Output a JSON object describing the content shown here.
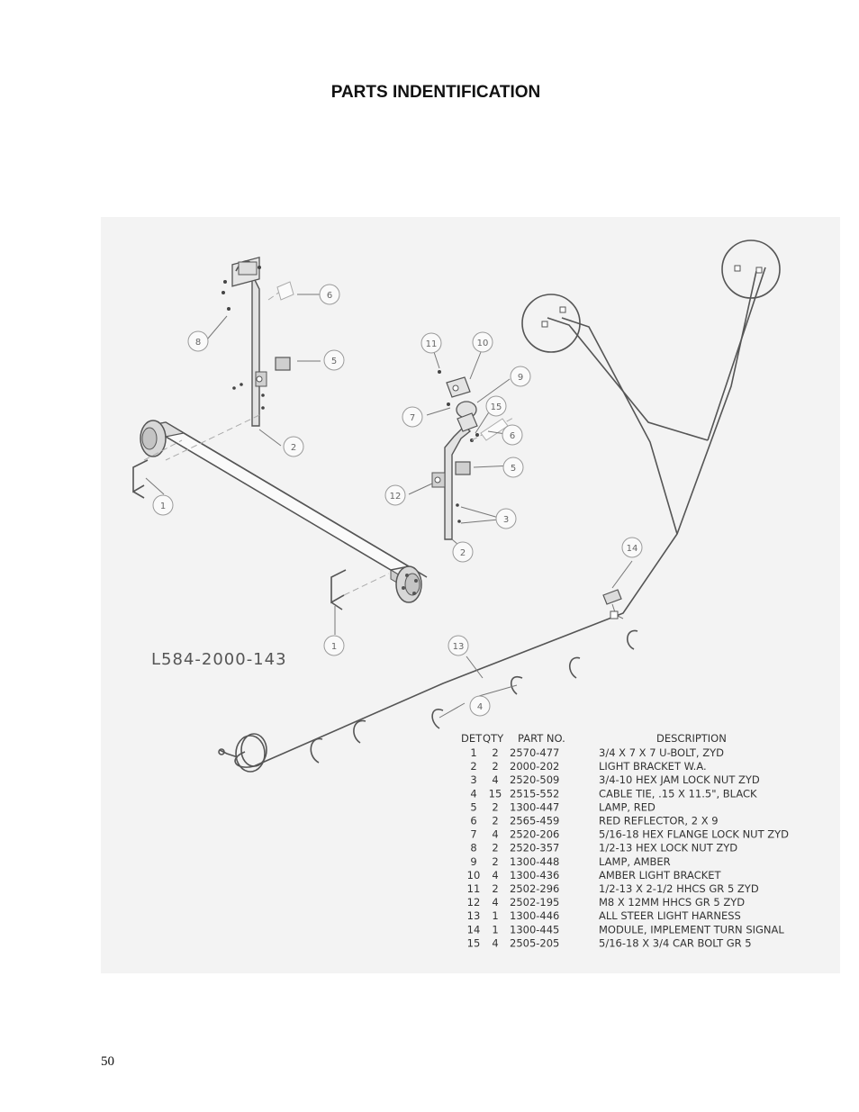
{
  "page": {
    "title": "PARTS INDENTIFICATION",
    "page_number": "50"
  },
  "drawing": {
    "drawing_number": "L584-2000-143",
    "bubbles": [
      "6",
      "8",
      "5",
      "2",
      "1",
      "11",
      "10",
      "9",
      "7",
      "15",
      "6",
      "5",
      "12",
      "3",
      "2",
      "1",
      "14",
      "13",
      "4"
    ]
  },
  "parts_table": {
    "headers": {
      "det": "DET",
      "qty": "QTY",
      "part": "PART NO.",
      "desc": "DESCRIPTION"
    },
    "rows": [
      {
        "det": "1",
        "qty": "2",
        "part": "2570-477",
        "desc": "3/4 X 7 X 7 U-BOLT, ZYD"
      },
      {
        "det": "2",
        "qty": "2",
        "part": "2000-202",
        "desc": "LIGHT BRACKET W.A."
      },
      {
        "det": "3",
        "qty": "4",
        "part": "2520-509",
        "desc": "3/4-10 HEX JAM LOCK NUT ZYD"
      },
      {
        "det": "4",
        "qty": "15",
        "part": "2515-552",
        "desc": "CABLE TIE, .15 X 11.5\", BLACK"
      },
      {
        "det": "5",
        "qty": "2",
        "part": "1300-447",
        "desc": "LAMP, RED"
      },
      {
        "det": "6",
        "qty": "2",
        "part": "2565-459",
        "desc": "RED REFLECTOR, 2 X 9"
      },
      {
        "det": "7",
        "qty": "4",
        "part": "2520-206",
        "desc": "5/16-18 HEX FLANGE LOCK NUT ZYD"
      },
      {
        "det": "8",
        "qty": "2",
        "part": "2520-357",
        "desc": "1/2-13 HEX LOCK NUT ZYD"
      },
      {
        "det": "9",
        "qty": "2",
        "part": "1300-448",
        "desc": "LAMP, AMBER"
      },
      {
        "det": "10",
        "qty": "4",
        "part": "1300-436",
        "desc": "AMBER LIGHT BRACKET"
      },
      {
        "det": "11",
        "qty": "2",
        "part": "2502-296",
        "desc": "1/2-13 X 2-1/2 HHCS GR 5 ZYD"
      },
      {
        "det": "12",
        "qty": "4",
        "part": "2502-195",
        "desc": "M8 X 12MM HHCS GR 5 ZYD"
      },
      {
        "det": "13",
        "qty": "1",
        "part": "1300-446",
        "desc": "ALL STEER LIGHT HARNESS"
      },
      {
        "det": "14",
        "qty": "1",
        "part": "1300-445",
        "desc": "MODULE, IMPLEMENT TURN SIGNAL"
      },
      {
        "det": "15",
        "qty": "4",
        "part": "2505-205",
        "desc": "5/16-18 X 3/4 CAR BOLT GR 5"
      }
    ]
  }
}
